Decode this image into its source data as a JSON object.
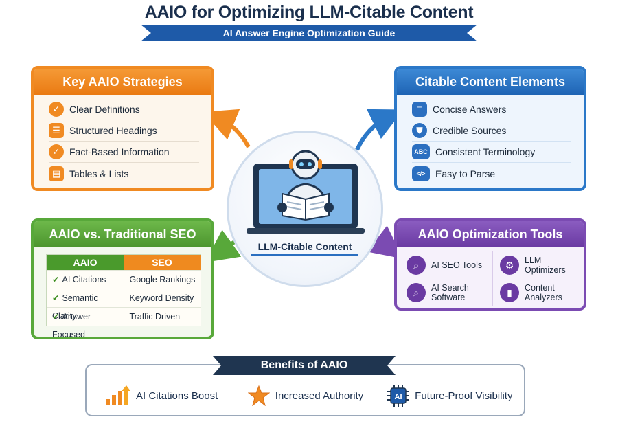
{
  "title": "AAIO for Optimizing LLM-Citable Content",
  "subtitle": "AI Answer Engine Optimization Guide",
  "strategies": {
    "title": "Key AAIO Strategies",
    "items": [
      {
        "label": "Clear Definitions",
        "icon": "check-circle-icon"
      },
      {
        "label": "Structured Headings",
        "icon": "heading-icon"
      },
      {
        "label": "Fact-Based Information",
        "icon": "check-circle-icon"
      },
      {
        "label": "Tables & Lists",
        "icon": "table-icon"
      }
    ]
  },
  "citable": {
    "title": "Citable Content Elements",
    "items": [
      {
        "label": "Concise Answers",
        "icon": "list-icon"
      },
      {
        "label": "Credible Sources",
        "icon": "shield-icon"
      },
      {
        "label": "Consistent Terminology",
        "icon": "abc-icon",
        "icon_text": "ABC"
      },
      {
        "label": "Easy to Parse",
        "icon": "code-icon",
        "icon_text": "</>"
      }
    ]
  },
  "compare": {
    "title": "AAIO vs. Traditional SEO",
    "col_aaio": "AAIO",
    "col_seo": "SEO",
    "rows": [
      {
        "aaio": "AI Citations",
        "seo": "Google Rankings"
      },
      {
        "aaio": "Semantic Clarity",
        "seo": "Keyword Density"
      },
      {
        "aaio": "Answer Focused",
        "seo": "Traffic Driven"
      }
    ]
  },
  "tools": {
    "title": "AAIO Optimization Tools",
    "items": [
      {
        "label": "AI SEO Tools",
        "icon": "magnifier-icon"
      },
      {
        "label": "LLM Optimizers",
        "icon": "gear-icon"
      },
      {
        "label": "AI Search Software",
        "icon": "magnifier-icon"
      },
      {
        "label": "Content Analyzers",
        "icon": "bar-chart-icon"
      }
    ]
  },
  "center": {
    "label": "LLM-Citable Content",
    "icon": "robot-reading-laptop-icon"
  },
  "benefits": {
    "title": "Benefits of AAIO",
    "items": [
      {
        "label": "AI Citations Boost",
        "icon": "growth-chart-icon"
      },
      {
        "label": "Increased Authority",
        "icon": "star-icon"
      },
      {
        "label": "Future-Proof Visibility",
        "icon": "ai-chip-icon",
        "icon_text": "AI"
      }
    ]
  },
  "colors": {
    "navy": "#1a2f4d",
    "orange": "#f08a22",
    "blue": "#2b78c8",
    "green": "#58a83a",
    "purple": "#7b4bb2"
  }
}
